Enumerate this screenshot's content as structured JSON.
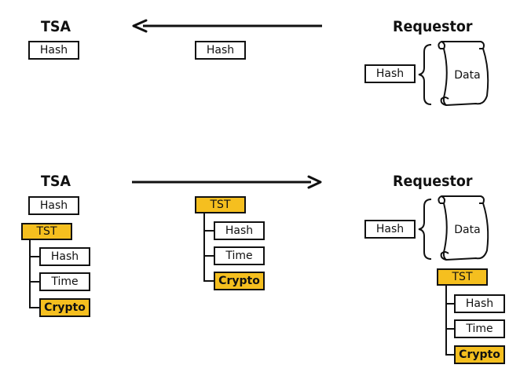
{
  "top": {
    "tsa_title": "TSA",
    "requestor_title": "Requestor",
    "tsa_hash": "Hash",
    "transit_hash": "Hash",
    "requestor_hash": "Hash",
    "data_label": "Data"
  },
  "bottom": {
    "tsa_title": "TSA",
    "requestor_title": "Requestor",
    "tsa_hash": "Hash",
    "tsa_tst": {
      "label": "TST",
      "children": [
        "Hash",
        "Time",
        "Crypto"
      ]
    },
    "transit_tst": {
      "label": "TST",
      "children": [
        "Hash",
        "Time",
        "Crypto"
      ]
    },
    "requestor_hash": "Hash",
    "data_label": "Data",
    "requestor_tst": {
      "label": "TST",
      "children": [
        "Hash",
        "Time",
        "Crypto"
      ]
    }
  },
  "colors": {
    "highlight": "#f5bf1f",
    "stroke": "#111111"
  }
}
